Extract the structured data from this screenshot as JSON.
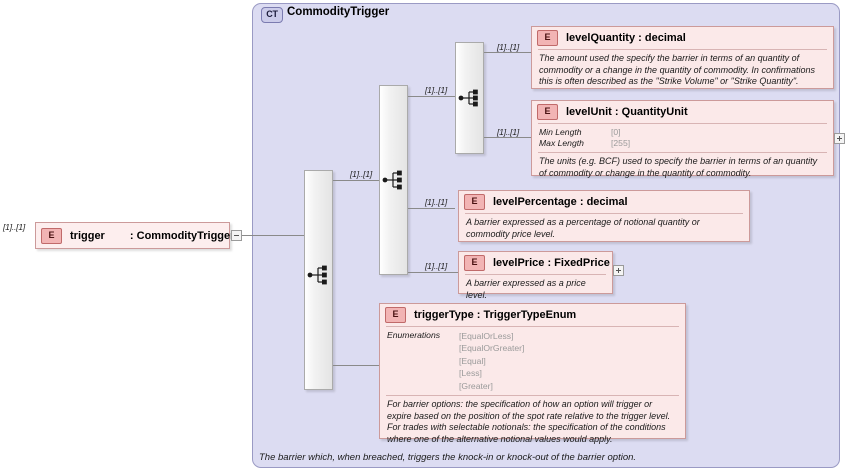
{
  "diagram": {
    "type_badge": "CT",
    "type_title": "CommodityTrigger",
    "caption": "The barrier which, when breached, triggers the knock-in or knock-out of the barrier option.",
    "element_badge": "E",
    "colors": {
      "panel_background": "#dcdcf2",
      "panel_border": "#9a9ac4",
      "element_background": "#fbe9e9",
      "element_border": "#cc9a9a",
      "badge_background": "#f2b4b4",
      "connector_line": "#8a8a8a",
      "facet_value": "#9a9a9a"
    }
  },
  "root_element": {
    "badge": "E",
    "name": "trigger",
    "type_separator": ":",
    "type": "CommodityTrigger",
    "cardinality": "[1]..[1]",
    "toggle": "collapse"
  },
  "model_groups": [
    {
      "name": "sequence-outer",
      "icon": "sequence-icon",
      "cardinality": "[1]..[1]"
    },
    {
      "name": "sequence-middle",
      "icon": "sequence-icon",
      "cardinality": "[1]..[1]"
    },
    {
      "name": "sequence-inner",
      "icon": "sequence-icon",
      "cardinality": "[1]..[1]"
    }
  ],
  "elements": [
    {
      "id": "levelQuantity",
      "badge": "E",
      "name": "levelQuantity",
      "type_separator": ":",
      "type": "decimal",
      "cardinality": "[1]..[1]",
      "documentation": "The amount used the specify the barrier in terms of an quantity of commodity or a change in the quantity of commodity. In confirmations this is often described as the \"Strike Volume\" or \"Strike Quantity\".",
      "facets": [],
      "expandable": false
    },
    {
      "id": "levelUnit",
      "badge": "E",
      "name": "levelUnit",
      "type_separator": ":",
      "type": "QuantityUnit",
      "cardinality": "[1]..[1]",
      "documentation": "The units (e.g. BCF) used to specify the barrier in terms of an quantity of commodity or change in the quantity of commodity.",
      "facets": [
        {
          "label": "Min Length",
          "value": "[0]"
        },
        {
          "label": "Max Length",
          "value": "[255]"
        }
      ],
      "expandable": true
    },
    {
      "id": "levelPercentage",
      "badge": "E",
      "name": "levelPercentage",
      "type_separator": ":",
      "type": "decimal",
      "cardinality": "[1]..[1]",
      "documentation": "A barrier expressed as a percentage of notional quantity or commodity price level.",
      "facets": [],
      "expandable": false
    },
    {
      "id": "levelPrice",
      "badge": "E",
      "name": "levelPrice",
      "type_separator": ":",
      "type": "FixedPrice",
      "cardinality": "[1]..[1]",
      "documentation": "A barrier expressed as a price level.",
      "facets": [],
      "expandable": true
    },
    {
      "id": "triggerType",
      "badge": "E",
      "name": "triggerType",
      "type_separator": ":",
      "type": "TriggerTypeEnum",
      "cardinality": "[1]..[1]",
      "enumerations_label": "Enumerations",
      "enumerations": [
        "[EqualOrLess]",
        "[EqualOrGreater]",
        "[Equal]",
        "[Less]",
        "[Greater]"
      ],
      "documentation": "For barrier options: the specification of how an option will trigger or expire based on the position of the spot rate relative to the trigger level. For trades with selectable notionals: the specification of the conditions where one of the alternative notional values would apply.",
      "expandable": false
    }
  ]
}
